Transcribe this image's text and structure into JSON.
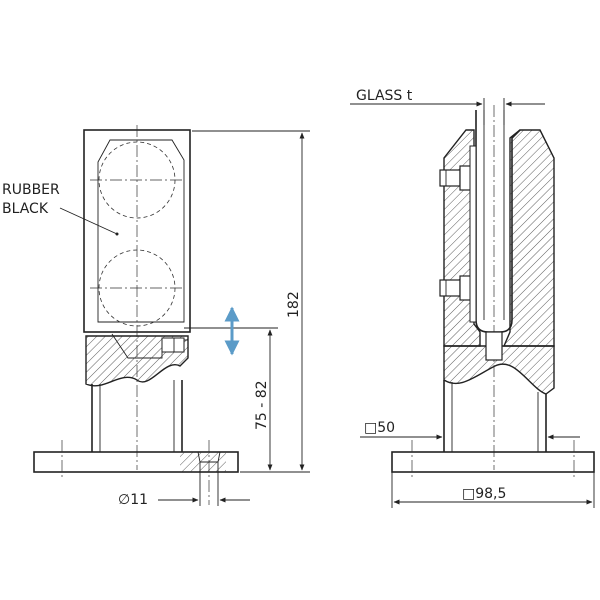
{
  "labels": {
    "rubber_line1": "RUBBER",
    "rubber_line2": "BLACK",
    "glass": "GLASS t",
    "height_total": "182",
    "height_range": "75 - 82",
    "hole_diameter": "∅11",
    "tube_square": "□50",
    "base_square": "□98,5"
  },
  "colors": {
    "line": "#222222",
    "arrow_accent": "#5b9bc8",
    "background": "#ffffff"
  },
  "icons": {
    "adjust_arrow": "double-vertical-arrow-icon"
  }
}
